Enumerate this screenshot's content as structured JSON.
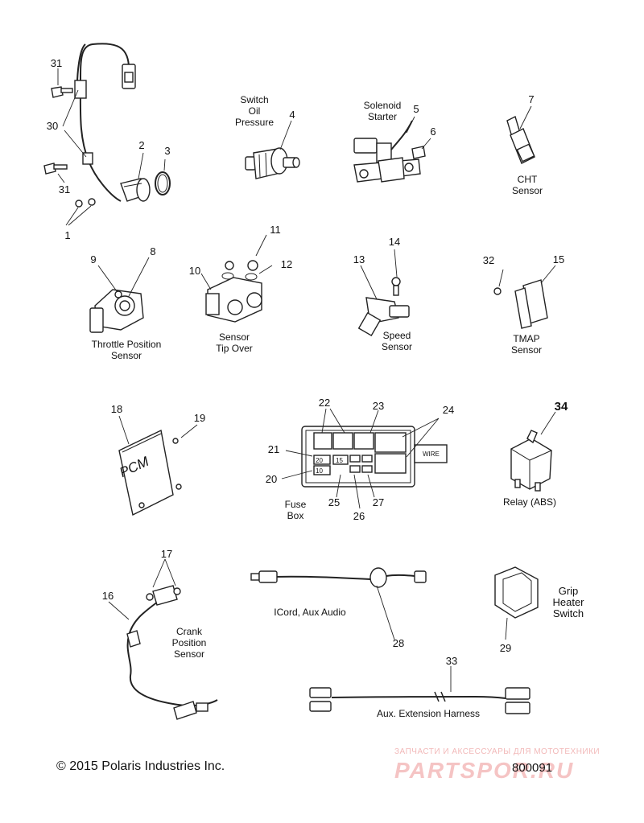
{
  "labels": {
    "switch_oil_pressure": "Switch\nOil\nPressure",
    "solenoid_starter": "Solenoid\nStarter",
    "cht_sensor": "CHT\nSensor",
    "throttle_position_sensor": "Throttle Position\nSensor",
    "sensor_tip_over": "Sensor\nTip Over",
    "speed_sensor": "Speed\nSensor",
    "tmap_sensor": "TMAP\nSensor",
    "fuse_box": "Fuse\nBox",
    "relay_abs": "Relay (ABS)",
    "crank_position_sensor": "Crank\nPosition\nSensor",
    "icord_aux_audio": "ICord, Aux Audio",
    "grip_heater_switch": "Grip\nHeater\nSwitch",
    "aux_extension_harness": "Aux. Extension Harness"
  },
  "callouts": {
    "n1": "1",
    "n2": "2",
    "n3": "3",
    "n4": "4",
    "n5": "5",
    "n6": "6",
    "n7": "7",
    "n8": "8",
    "n9": "9",
    "n10": "10",
    "n11": "11",
    "n12": "12",
    "n13": "13",
    "n14": "14",
    "n15": "15",
    "n16": "16",
    "n17": "17",
    "n18": "18",
    "n19": "19",
    "n20": "20",
    "n21": "21",
    "n22": "22",
    "n23": "23",
    "n24": "24",
    "n25": "25",
    "n26": "26",
    "n27": "27",
    "n28": "28",
    "n29": "29",
    "n30": "30",
    "n31a": "31",
    "n31b": "31",
    "n32": "32",
    "n33": "33",
    "n34": "34"
  },
  "part_text": {
    "pcm": "PCM",
    "fuse_20a": "20",
    "fuse_10": "10",
    "fuse_15": "15",
    "wire_arrow": "WIRE"
  },
  "footer": {
    "copyright": "© 2015 Polaris Industries Inc.",
    "figure_code": "800091"
  },
  "watermark": {
    "tagline": "ЗАПЧАСТИ И АКСЕССУАРЫ ДЛЯ МОТОТЕХНИКИ",
    "brand": "PARTSPOR.RU",
    "color": "#f5c4c4"
  }
}
